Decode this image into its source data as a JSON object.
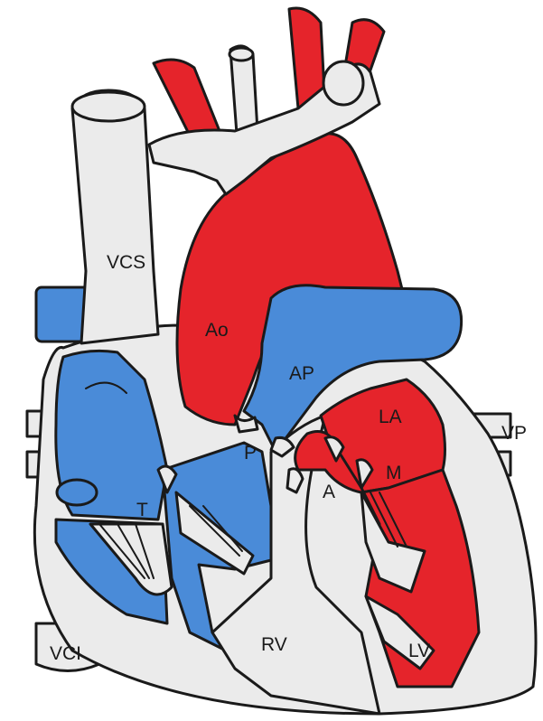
{
  "colors": {
    "oxygenated": "#e5242b",
    "deoxygenated": "#4a8bd8",
    "vessel_wall": "#ebebeb",
    "outline": "#1a1a1a"
  },
  "labels": {
    "vcs": "VCS",
    "ao": "Ao",
    "ap": "AP",
    "la": "LA",
    "vp": "VP",
    "p": "P",
    "m": "M",
    "a": "A",
    "t": "T",
    "vci": "VCI",
    "rv": "RV",
    "lv": "LV"
  }
}
